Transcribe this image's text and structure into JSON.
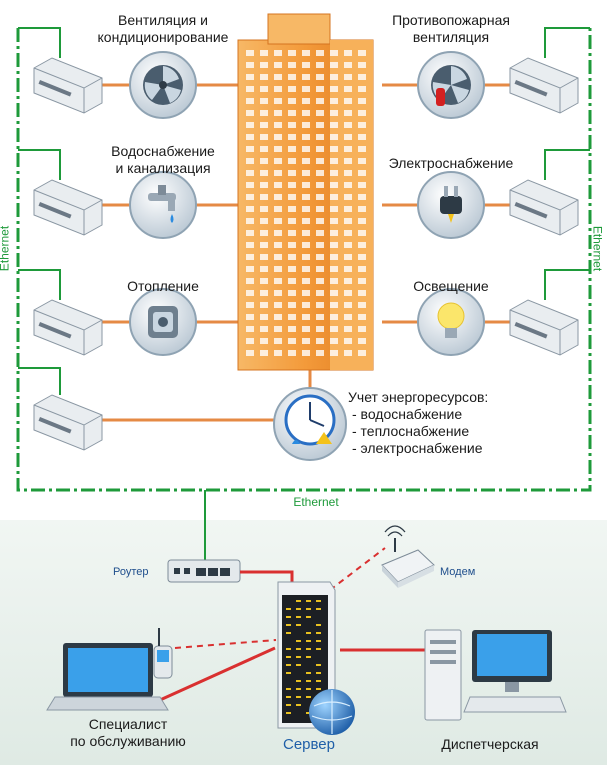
{
  "labels": {
    "ventilation": [
      "Вентиляция и",
      "кондиционирование"
    ],
    "fire_ventilation": [
      "Противопожарная",
      "вентиляция"
    ],
    "water": [
      "Водоснабжение",
      "и канализация"
    ],
    "power": "Электроснабжение",
    "heating": "Отопление",
    "lighting": "Освещение",
    "metering_title": "Учет энергоресурсов:",
    "metering_items": [
      "- водоснабжение",
      "- теплоснабжение",
      "- электроснабжение"
    ],
    "ethernet_bottom": "Ethernet",
    "ethernet_left": "Ethernet",
    "ethernet_right": "Ethernet",
    "router": "Роутер",
    "modem": "Модем",
    "server": "Сервер",
    "specialist": [
      "Специалист",
      "по обслуживанию"
    ],
    "dispatch": "Диспетчерская"
  },
  "colors": {
    "ethernet_green": "#1e9a3a",
    "building_orange": "#f39a3a",
    "link_orange": "#e58a45",
    "link_red": "#d93030",
    "lower_panel": "#e6efea"
  },
  "icons": [
    "fan-icon",
    "fire-fan-icon",
    "water-tap-icon",
    "plug-icon",
    "boiler-icon",
    "bulb-icon",
    "meter-dial-icon",
    "router-icon",
    "modem-icon",
    "server-icon",
    "laptop-icon",
    "phone-icon",
    "desktop-icon"
  ]
}
